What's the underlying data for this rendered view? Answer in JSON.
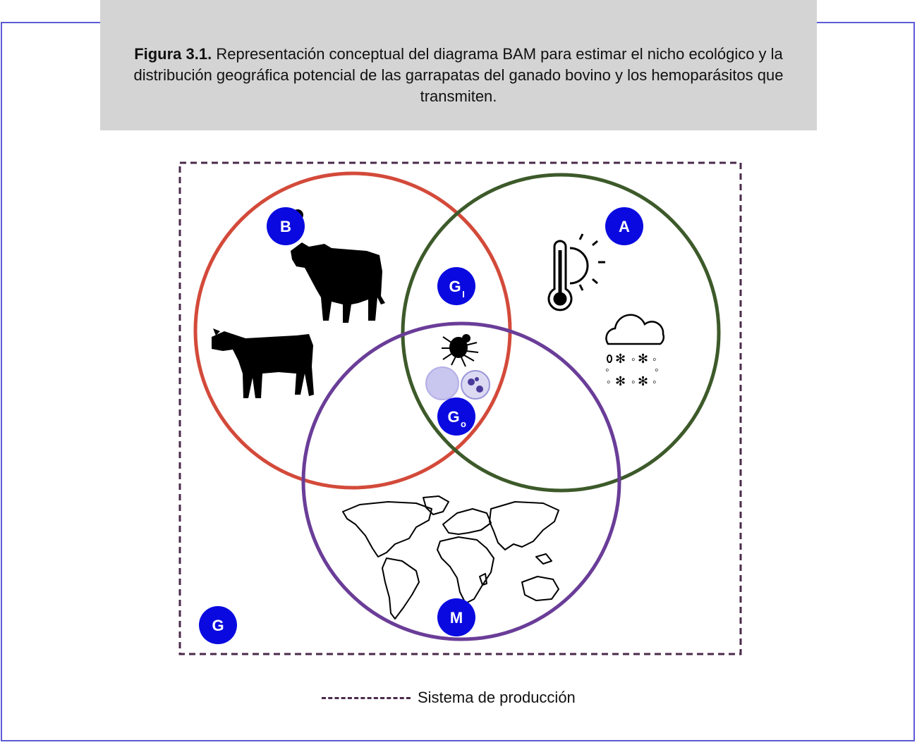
{
  "caption": {
    "label": "Figura 3.1.",
    "text": " Representación conceptual del diagrama BAM para estimar el nicho ecológico y la distribución geográfica potencial de las garrapatas del ganado bovino y los hemoparásitos que transmiten."
  },
  "badges": {
    "B": "B",
    "A": "A",
    "M": "M",
    "G": "G",
    "Gi_main": "G",
    "Gi_sub": "I",
    "Go_main": "G",
    "Go_sub": "o"
  },
  "legend": {
    "text": "Sistema de producción"
  },
  "colors": {
    "circle_B": "#d34a3a",
    "circle_A": "#3d5a2a",
    "circle_M": "#6a3d98",
    "badge": "#0a0ae0",
    "system_border": "#4a2a4a",
    "frame": "#5b5bd6"
  },
  "icons": [
    "cow-icon",
    "zebu-icon",
    "thermometer-sun-icon",
    "cloud-rain-snow-icon",
    "tick-icon",
    "parasite-cell-icon",
    "world-map-icon"
  ]
}
